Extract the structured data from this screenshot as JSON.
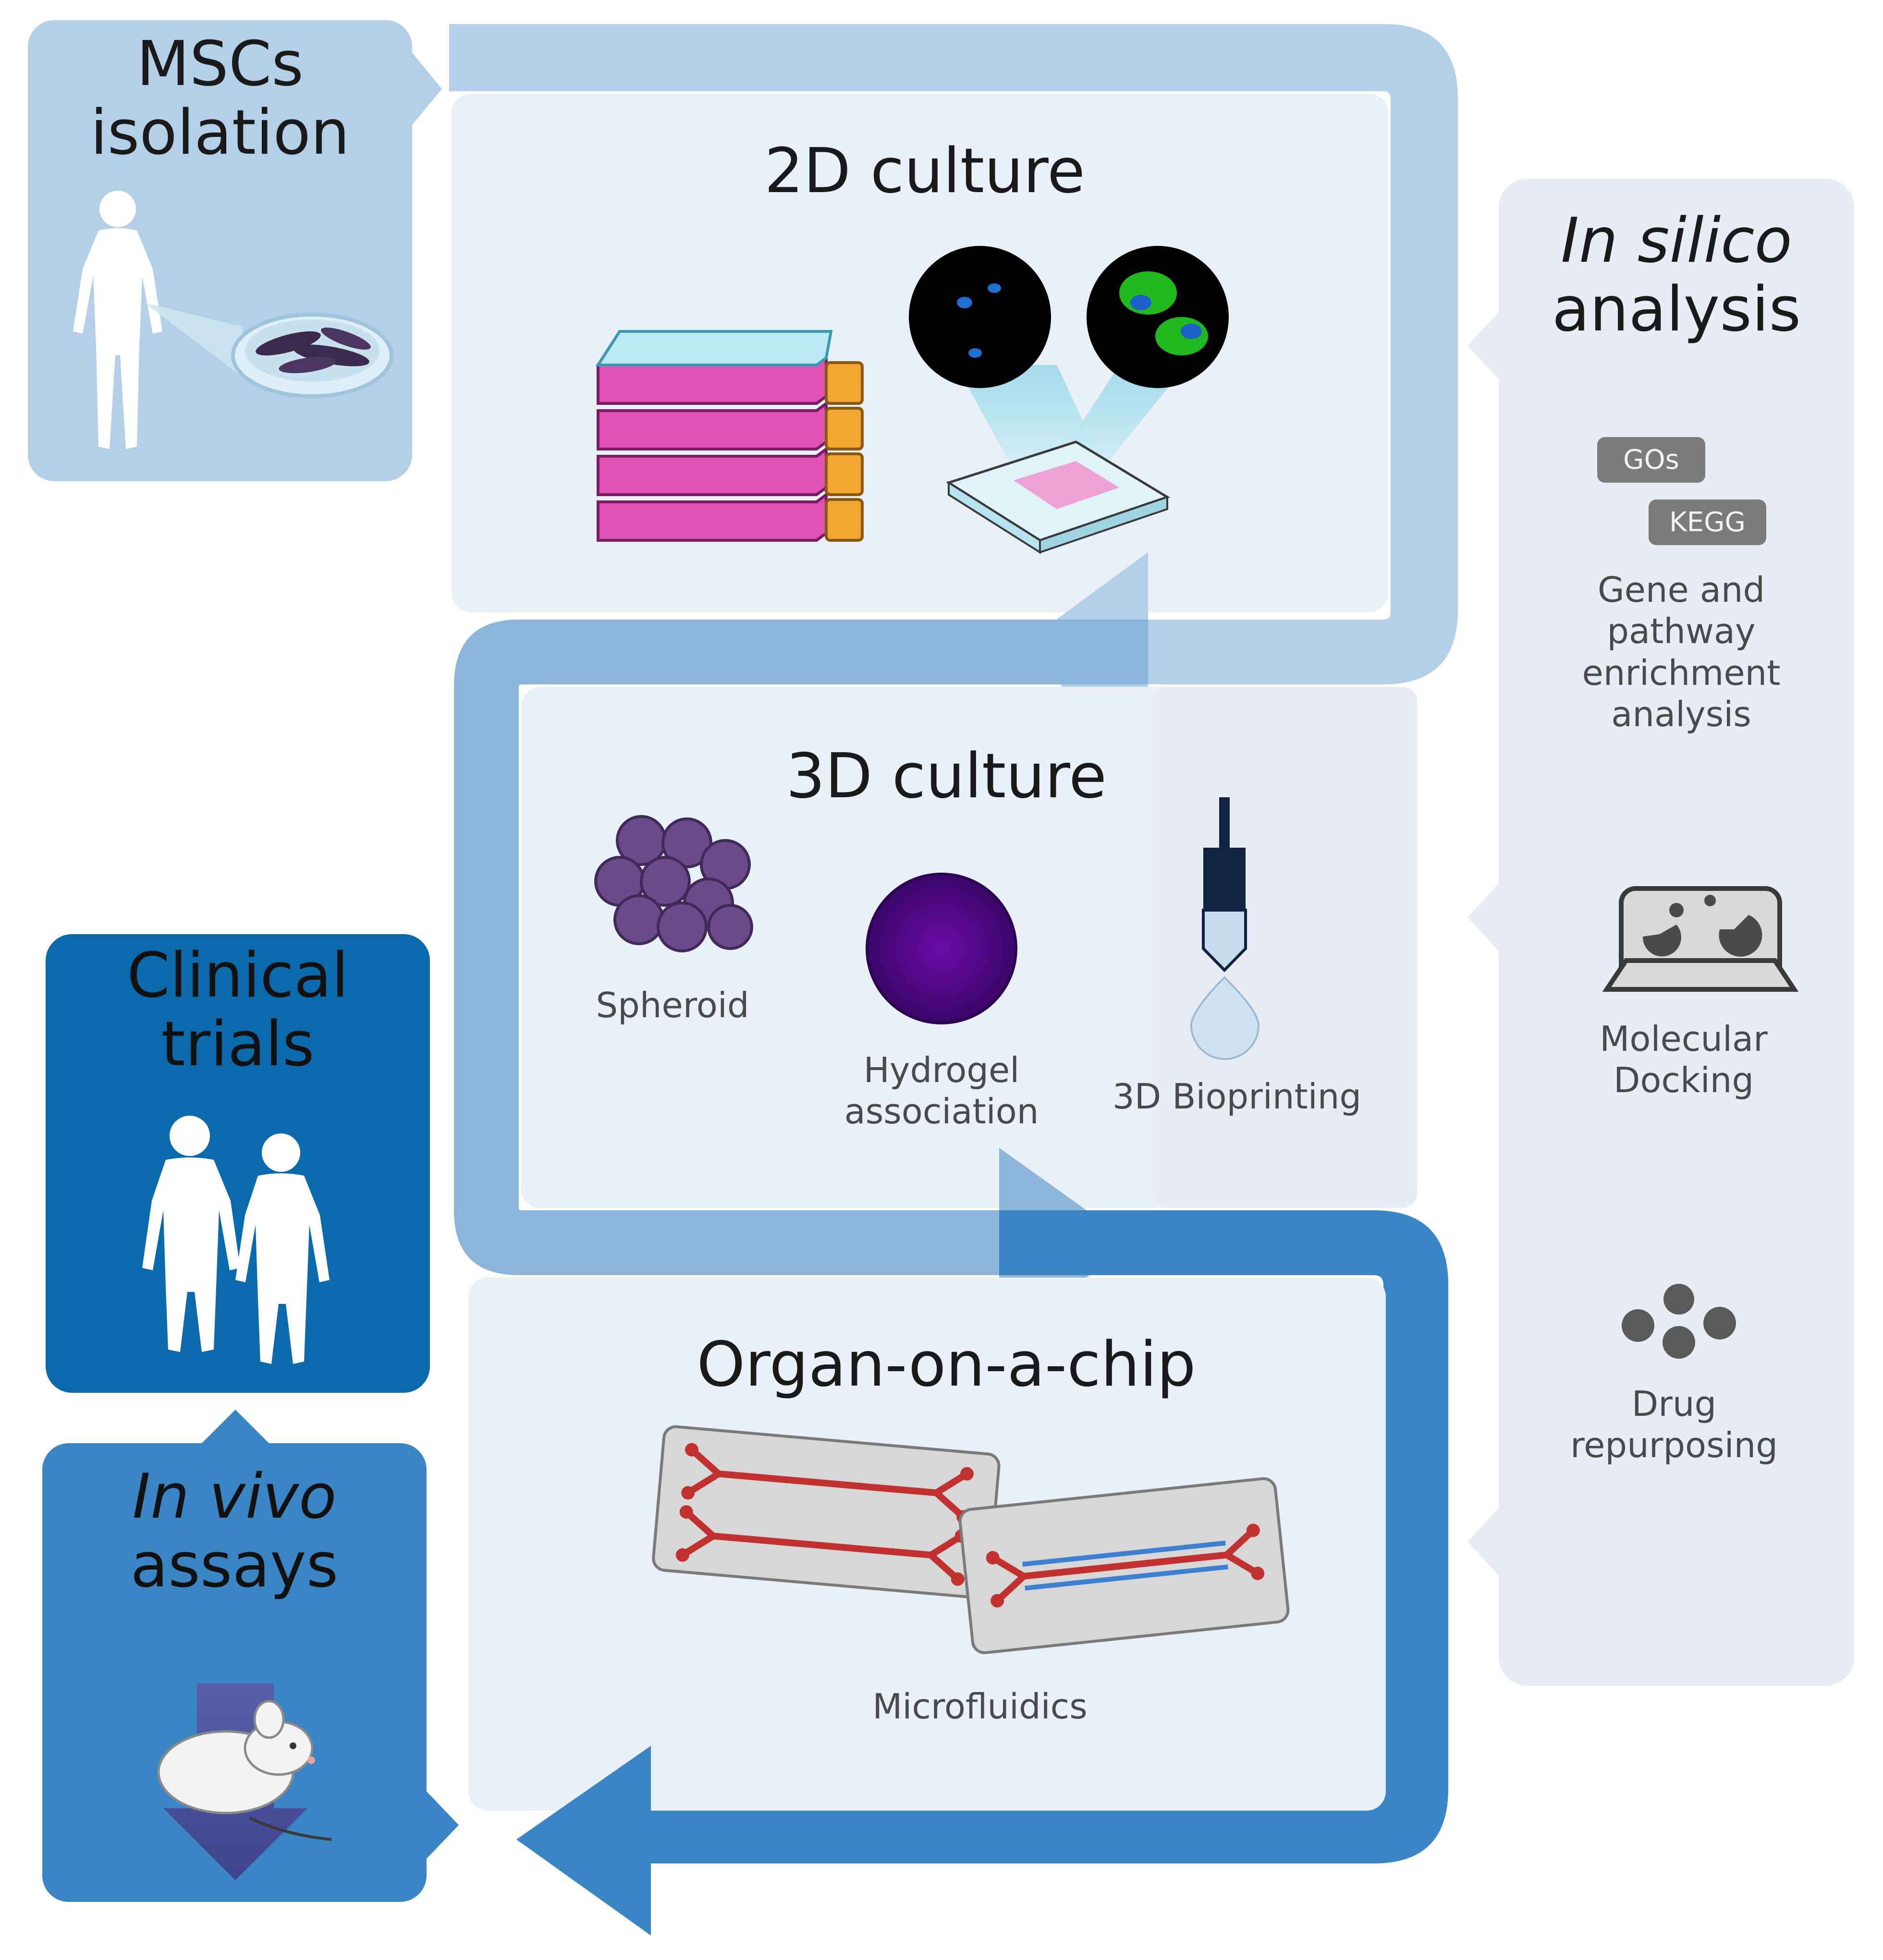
{
  "mscs": {
    "line1": "MSCs",
    "line2": "isolation"
  },
  "culture2d": {
    "title": "2D culture"
  },
  "culture3d": {
    "title": "3D culture",
    "spheroid": "Spheroid",
    "hydrogel_line1": "Hydrogel",
    "hydrogel_line2": "association",
    "bioprinting": "3D Bioprinting"
  },
  "organ_chip": {
    "title": "Organ-on-a-chip",
    "microfluidics": "Microfluidics"
  },
  "clinical": {
    "line1": "Clinical",
    "line2": "trials"
  },
  "invivo": {
    "line1": "In vivo",
    "line2": "assays"
  },
  "insilico": {
    "line1": "In silico",
    "line2": "analysis",
    "tag_gos": "GOs",
    "tag_kegg": "KEGG",
    "gene_line1": "Gene and",
    "gene_line2": "pathway",
    "gene_line3": "enrichment",
    "gene_line4": "analysis",
    "docking_line1": "Molecular",
    "docking_line2": "Docking",
    "drug_line1": "Drug",
    "drug_line2": "repurposing"
  },
  "colors": {
    "light_blue": "#b4cfe8",
    "mid_blue": "#8db4da",
    "deep_blue": "#3a85c4",
    "dark_blue": "#0b6aac",
    "panel": "#eaf0f8",
    "panel_grey": "#e8edf5"
  }
}
